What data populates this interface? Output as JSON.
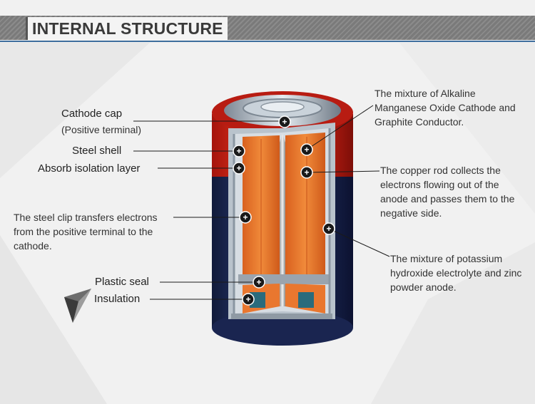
{
  "header": {
    "title": "INTERNAL STRUCTURE"
  },
  "labels": {
    "cathode_cap": "Cathode cap",
    "positive_terminal": "(Positive terminal)",
    "steel_shell": "Steel shell",
    "absorb_isolation": "Absorb isolation layer",
    "steel_clip": "The steel clip transfers electrons from the positive terminal to the cathode.",
    "plastic_seal": "Plastic seal",
    "insulation": "Insulation",
    "mixture_alkaline": "The mixture of Alkaline Manganese Oxide Cathode and Graphite Conductor.",
    "copper_rod": "The copper rod collects the electrons flowing out of the anode and passes them to the negative side.",
    "mixture_potassium": "The mixture of potassium hydroxide electrolyte and zinc powder anode."
  },
  "colors": {
    "band": "#7a7a7a",
    "rule": "#3f6f9e",
    "battery_red": "#d8281c",
    "battery_blue": "#1f2d5c",
    "cathode_orange": "#e9772f",
    "marker": "#1a1a1a"
  }
}
